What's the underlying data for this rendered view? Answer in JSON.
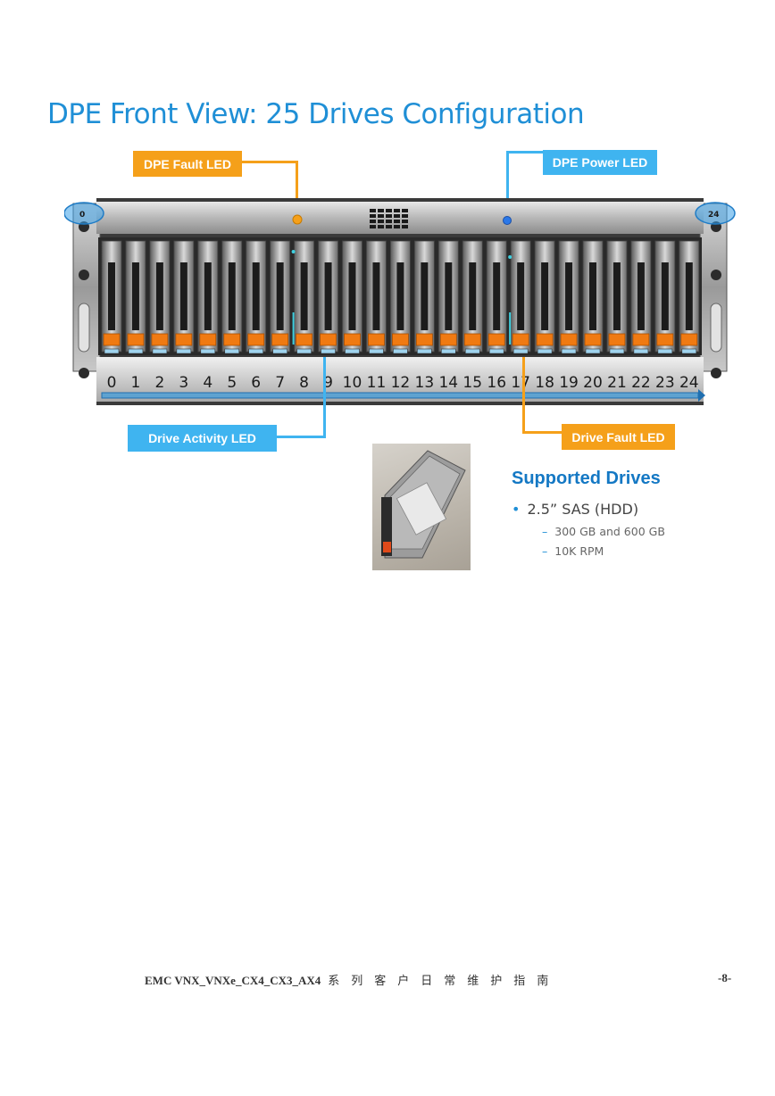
{
  "title": "DPE Front View: 25 Drives Configuration",
  "callouts": {
    "dpe_fault_led": "DPE Fault LED",
    "dpe_power_led": "DPE Power LED",
    "drive_activity_led": "Drive Activity LED",
    "drive_fault_led": "Drive Fault LED"
  },
  "enclosure": {
    "left_ear_label": "0",
    "right_ear_label": "24",
    "slot_numbers": [
      "0",
      "1",
      "2",
      "3",
      "4",
      "5",
      "6",
      "7",
      "8",
      "9",
      "10",
      "11",
      "12",
      "13",
      "14",
      "15",
      "16",
      "17",
      "18",
      "19",
      "20",
      "21",
      "22",
      "23",
      "24"
    ]
  },
  "supported": {
    "heading": "Supported Drives",
    "bullet": "2.5” SAS (HDD)",
    "items": [
      "300 GB and 600 GB",
      "10K RPM"
    ]
  },
  "colors": {
    "title_blue": "#1f8fd6",
    "callout_orange": "#f5a01a",
    "callout_blue": "#3fb4f0",
    "drive_orange": "#f07a12"
  },
  "footer": {
    "doc_name": "EMC VNX_VNXe_CX4_CX3_AX4",
    "doc_suffix": "系列客户日常维护指南",
    "page": "-8-"
  }
}
